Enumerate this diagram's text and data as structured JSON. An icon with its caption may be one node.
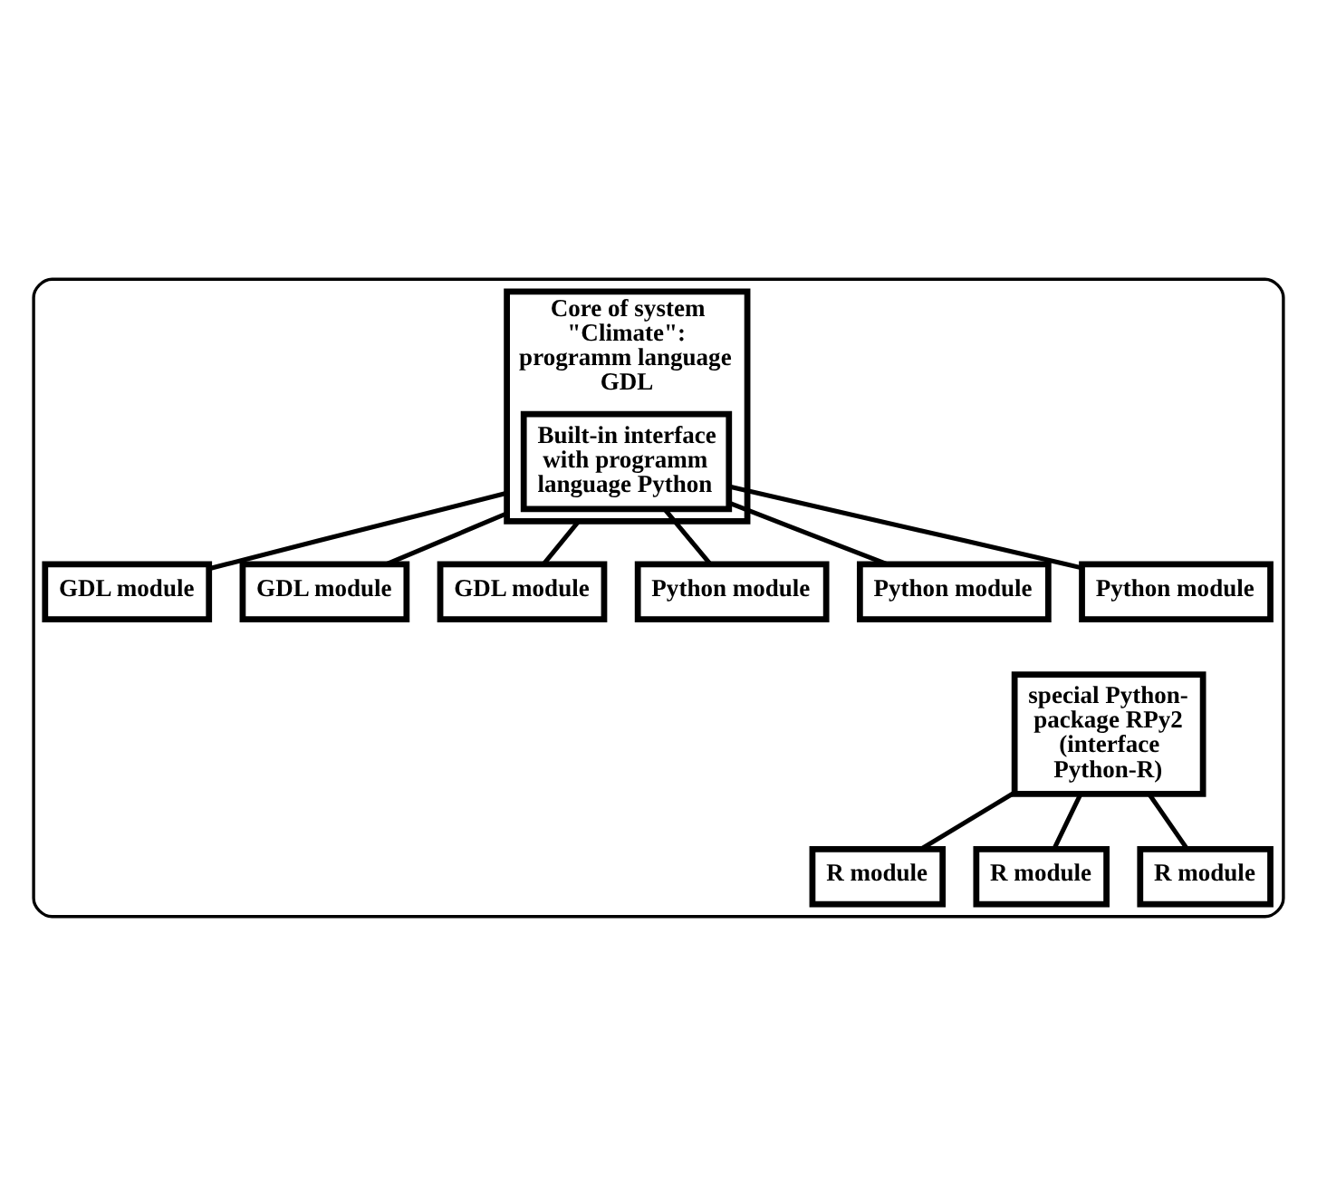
{
  "diagram": {
    "nodes": [
      {
        "text": [],
        "shape": "box"
      },
      {
        "text": [
          "Core of system \"Climate\": programm language GDL"
        ],
        "in": 0
      },
      {
        "text": [
          "Built-in interface with programm language Python"
        ],
        "in": 1
      },
      {
        "text": [
          "GDL module"
        ],
        "in": 0
      },
      {
        "text": [
          "GDL module"
        ],
        "in": 0
      },
      {
        "text": [
          "GDL module"
        ],
        "in": 0
      },
      {
        "text": [
          "Python module"
        ],
        "in": 0
      },
      {
        "text": [
          "Python module"
        ],
        "in": 0
      },
      {
        "text": [
          "Python module"
        ],
        "in": 0
      },
      {
        "text": [
          "special Python-package RPy2 (interface Python-R)"
        ],
        "in": 0
      },
      {
        "text": [
          "R module"
        ],
        "in": 0
      },
      {
        "text": [
          "R module"
        ],
        "in": 0
      },
      {
        "text": [
          "R module"
        ],
        "in": 0
      }
    ],
    "edges": [
      {
        "from": 1,
        "to": 3,
        "arrow": "none"
      },
      {
        "from": 1,
        "to": 4,
        "arrow": "none"
      },
      {
        "from": 1,
        "to": 5,
        "arrow": "none"
      },
      {
        "from": 2,
        "to": 6,
        "arrow": "none"
      },
      {
        "from": 2,
        "to": 7,
        "arrow": "none"
      },
      {
        "from": 2,
        "to": 8,
        "arrow": "none"
      },
      {
        "from": 9,
        "to": 10,
        "arrow": "none"
      },
      {
        "from": 9,
        "to": 11,
        "arrow": "none"
      },
      {
        "from": 9,
        "to": 12,
        "arrow": "none"
      }
    ]
  }
}
